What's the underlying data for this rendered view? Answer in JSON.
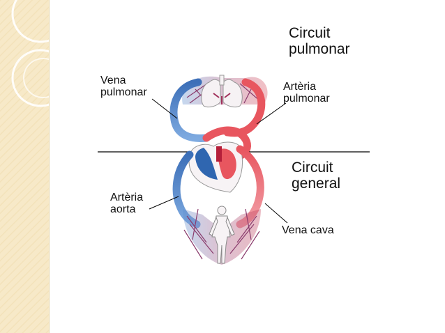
{
  "diagram": {
    "circuit_top": "Circuit\npulmonar",
    "circuit_bottom": "Circuit\ngeneral",
    "label_vena_pulmonar": "Vena\npulmonar",
    "label_arteria_pulmonar": "Artèria\npulmonar",
    "label_arteria_aorta": "Artèria\naorta",
    "label_vena_cava": "Vena cava"
  },
  "colors": {
    "oxygenated": "#e8565f",
    "deoxygenated": "#4f86c6",
    "sidebar": "#f7e9c8",
    "divider": "#000000"
  }
}
